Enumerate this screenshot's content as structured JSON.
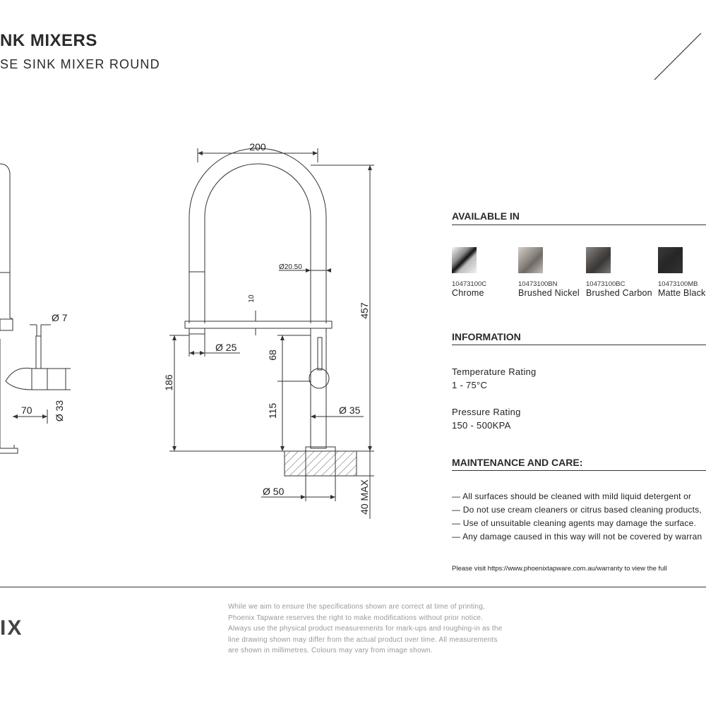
{
  "header": {
    "title": "NK MIXERS",
    "subtitle": "SE SINK MIXER ROUND"
  },
  "drawing": {
    "dim_200": "200",
    "dim_457": "457",
    "dim_20_50": "Ø20.50",
    "dim_10": "10",
    "dim_25": "Ø 25",
    "dim_186": "186",
    "dim_68": "68",
    "dim_115": "115",
    "dim_35": "Ø 35",
    "dim_50": "Ø 50",
    "dim_40max": "40 MAX",
    "dim_7": "Ø 7",
    "dim_70": "70",
    "dim_33": "Ø 33"
  },
  "available": {
    "heading": "AVAILABLE IN",
    "finishes": [
      {
        "code": "10473100C",
        "name": "Chrome",
        "color": "#c9c9c9"
      },
      {
        "code": "10473100BN",
        "name": "Brushed Nickel",
        "color": "#9a958e"
      },
      {
        "code": "10473100BC",
        "name": "Brushed Carbon",
        "color": "#5a5755"
      },
      {
        "code": "10473100MB",
        "name": "Matte Black",
        "color": "#2b2b2b"
      }
    ]
  },
  "information": {
    "heading": "INFORMATION",
    "temp_label": "Temperature Rating",
    "temp_value": "1 - 75°C",
    "pressure_label": "Pressure Rating",
    "pressure_value": "150 - 500KPA"
  },
  "maintenance": {
    "heading": "MAINTENANCE AND CARE:",
    "items": [
      "— All surfaces should be cleaned with mild liquid detergent or",
      "— Do not use cream cleaners or citrus based cleaning products,",
      "— Use of unsuitable cleaning agents may damage the surface.",
      "— Any damage caused in this way will not be covered by warran"
    ],
    "visit_note": "Please visit https://www.phoenixtapware.com.au/warranty to view the full"
  },
  "footer": {
    "logo": "IX",
    "disclaimer": [
      "While we aim to ensure the specifications shown are correct at time of printing,",
      "Phoenix Tapware reserves the right to make modifications without prior notice.",
      "Always use the physical product measurements for mark-ups and roughing-in as the",
      "line drawing shown may differ from the actual product over time. All measurements",
      "are shown in millimetres. Colours may vary from image shown."
    ]
  }
}
